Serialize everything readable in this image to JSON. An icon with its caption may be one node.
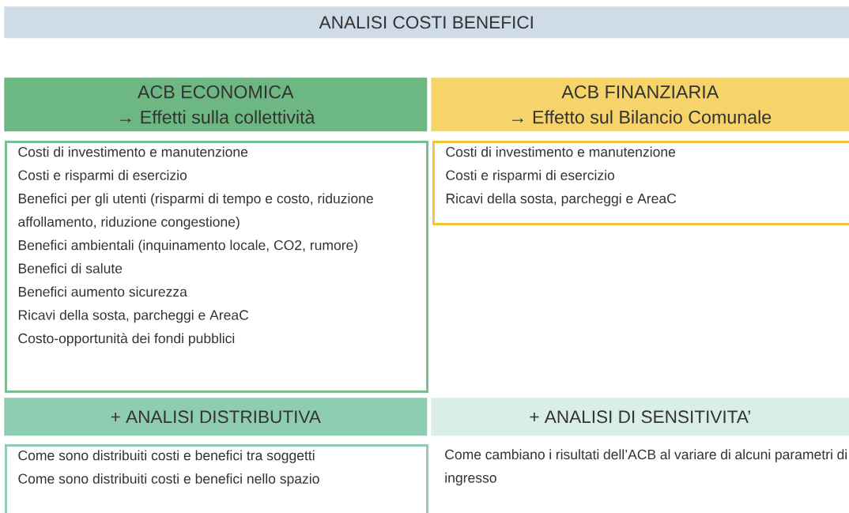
{
  "diagram": {
    "nodes": [
      {
        "text": [
          "ANALISI COSTI BENEFICI"
        ]
      },
      {
        "text": [
          "ACB ECONOMICA",
          "→ Effetti sulla collettività"
        ]
      },
      {
        "text": [
          "ACB FINANZIARIA",
          "→ Effetto sul Bilancio Comunale"
        ]
      },
      {
        "text": [
          "Costi di investimento e manutenzione",
          "Costi e risparmi di esercizio",
          "Benefici per gli utenti (risparmi di tempo e costo, riduzione affollamento, riduzione congestione)",
          "Benefici ambientali (inquinamento locale, CO2, rumore)",
          "Benefici di salute",
          "Benefici aumento sicurezza",
          "Ricavi della sosta, parcheggi e AreaC",
          "Costo-opportunità dei fondi pubblici"
        ]
      },
      {
        "text": [
          "Costi di investimento e manutenzione",
          "Costi e risparmi di esercizio",
          "Ricavi della sosta, parcheggi e AreaC"
        ]
      },
      {
        "text": [
          "+ ANALISI DISTRIBUTIVA"
        ]
      },
      {
        "text": [
          "+ ANALISI DI SENSITIVITA’"
        ]
      },
      {
        "text": [
          "Come sono distribuiti costi e benefici tra soggetti",
          "Come sono distribuiti costi e benefici nello spazio"
        ]
      },
      {
        "text": [
          "Come cambiano i risultati dell’ACB al variare di alcuni parametri di ingresso"
        ]
      }
    ]
  }
}
